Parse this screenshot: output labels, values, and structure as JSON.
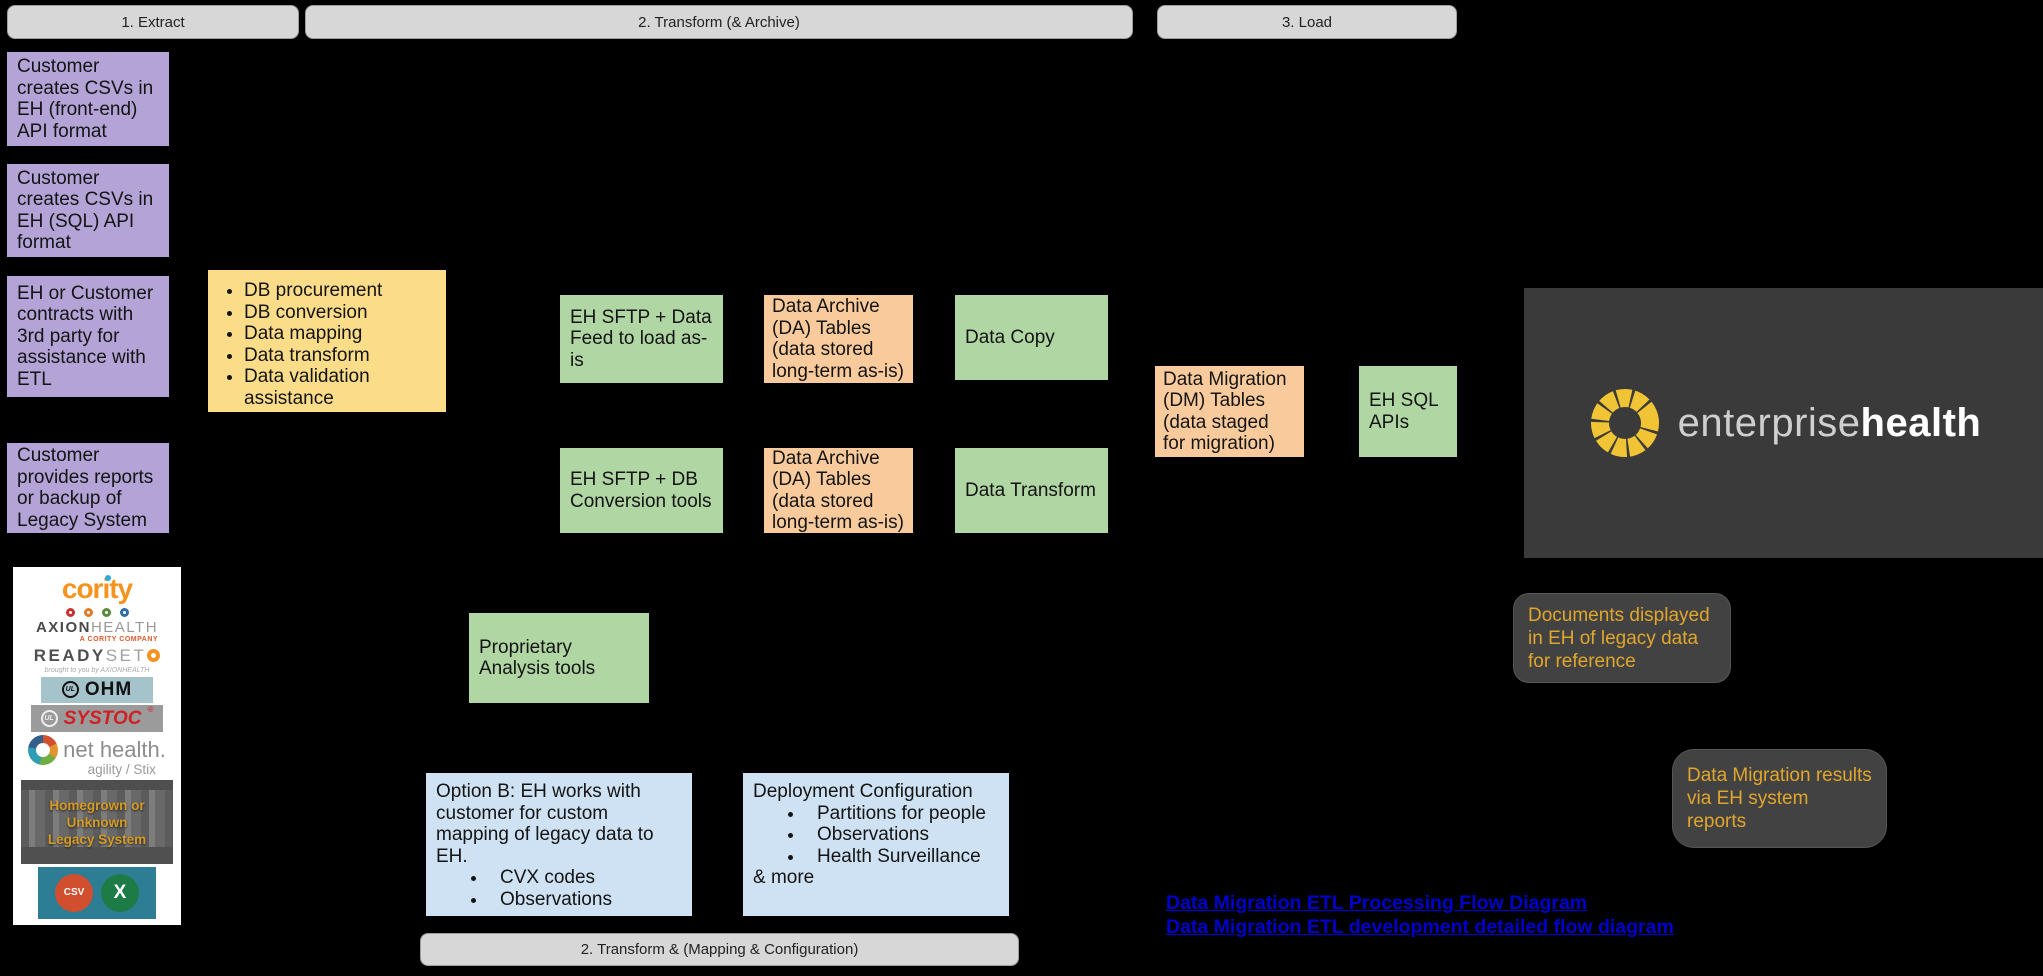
{
  "stages": {
    "extract_label": "1. Extract",
    "transform_label": "2. Transform (& Archive)",
    "load_label": "3. Load",
    "mapping_label": "2. Transform & (Mapping & Configuration)"
  },
  "extract": {
    "boxes": [
      {
        "text": "Customer creates CSVs in EH (front-end) API format"
      },
      {
        "text": "Customer creates CSVs in EH (SQL) API format"
      },
      {
        "text": "EH or Customer contracts with 3rd party for assistance with ETL"
      },
      {
        "text": "Customer provides reports or backup of Legacy System"
      }
    ],
    "third_party_services": [
      "DB procurement",
      "DB conversion",
      "Data mapping",
      "Data transform",
      "Data validation assistance"
    ]
  },
  "legacy_panel": {
    "cority": "cority",
    "axion": {
      "name1": "AXION",
      "name2": "HEALTH",
      "tagline": "A CORITY COMPANY"
    },
    "readyset": {
      "name1": "READY",
      "name2": "SET",
      "tagline": "brought to you by AXIONHEALTH"
    },
    "ohm": {
      "mark": "UL",
      "label": "OHM"
    },
    "systoc": {
      "mark": "UL",
      "label": "SYSTOC",
      "reg": "®"
    },
    "nethealth": {
      "label": "net health.",
      "sub": "agility / Stix"
    },
    "legacy_caption_line1": "Homegrown or Unknown",
    "legacy_caption_line2": "Legacy System",
    "file_icons": {
      "csv": "CSV",
      "excel": "X"
    }
  },
  "transform": {
    "sftp_feed": "EH SFTP + Data Feed to load as-is",
    "sftp_db": "EH SFTP + DB Conversion tools",
    "da_tables_1": "Data Archive (DA) Tables (data stored long-term as-is)",
    "da_tables_2": "Data Archive (DA) Tables (data stored long-term as-is)",
    "data_copy": "Data Copy",
    "data_transform": "Data Transform",
    "proprietary_tools": "Proprietary Analysis tools",
    "option_b": {
      "text": "Option B: EH works with customer for custom mapping of legacy data to EH.",
      "bullets": [
        "CVX codes",
        "Observations"
      ]
    },
    "deployment": {
      "title": "Deployment Configuration",
      "bullets": [
        "Partitions for people",
        "Observations",
        "Health Surveillance"
      ],
      "more": "& more"
    }
  },
  "load": {
    "dm_tables": "Data Migration (DM) Tables (data staged for migration)",
    "sql_apis": "EH SQL APIs",
    "eh_logo": {
      "prefix": "enterprise",
      "suffix": "health"
    },
    "callout_documents": "Documents displayed in EH of legacy data for reference",
    "callout_results": "Data Migration results via EH system reports"
  },
  "links": [
    {
      "text": "Data Migration ETL Processing Flow Diagram"
    },
    {
      "text": "Data Migration ETL development detailed flow diagram"
    }
  ],
  "colors": {
    "purple": "#b3a3d6",
    "yellow": "#fbdc88",
    "green": "#b0d6a3",
    "orange": "#f9cb9c",
    "blue": "#cfe2f3",
    "button_gray": "#d7d7d7",
    "dark_panel": "#3a3a3a",
    "callout_gray": "#424242",
    "gold_text": "#e1a62c",
    "link_blue": "#0000cc",
    "eh_yellow": "#f1c435",
    "background": "#000000"
  }
}
